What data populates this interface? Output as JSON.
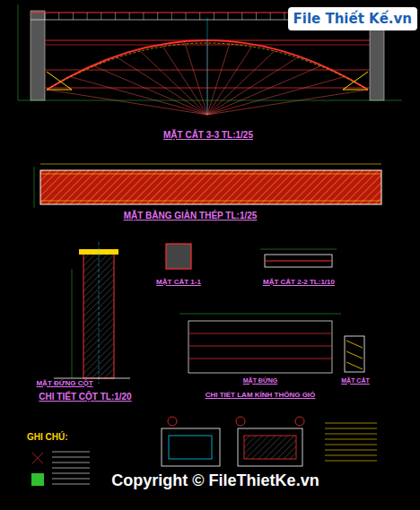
{
  "diagram": {
    "nodes": [
      {
        "text": [
          "File Thiết Kế.vn"
        ]
      }
    ],
    "labels": [
      "MẶT CẮT 3-3 TL:1/25",
      "MẶT BẰNG GIÀN THÉP TL:1/25",
      "MẶT CẮT 1-1",
      "MẶT CẮT 2-2 TL:1/10",
      "MẶT ĐỨNG CỘT",
      "CHI TIẾT CỘT TL:1/20",
      "MẶT ĐỨNG",
      "MẶT CẮT",
      "CHI TIẾT LAM KÍNH THÔNG GIÓ",
      "GHI CHÚ:",
      "Copyright © FileThietKe.vn"
    ]
  }
}
